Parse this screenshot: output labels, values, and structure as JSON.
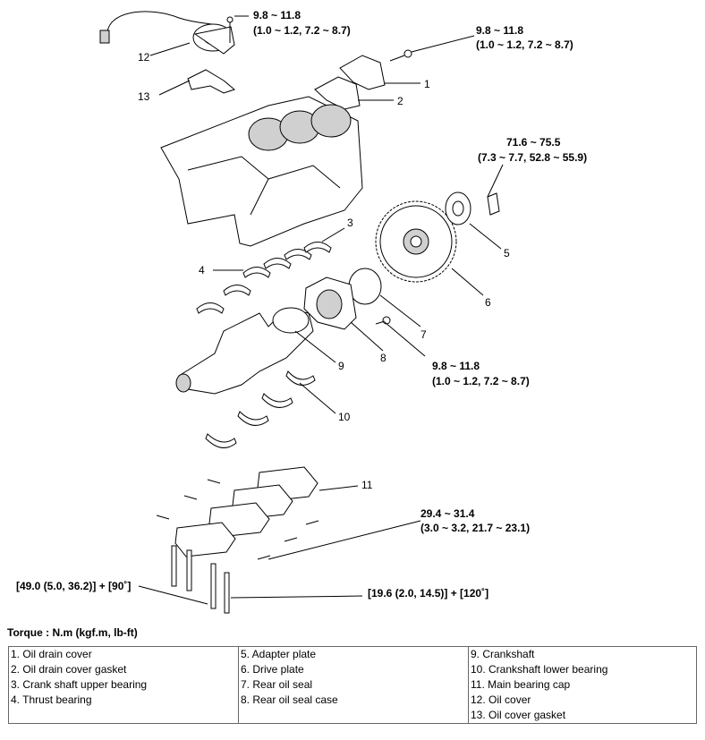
{
  "torque": {
    "oil_cover_bolt": {
      "nm": "9.8 ~ 11.8",
      "other": "(1.0 ~ 1.2, 7.2 ~ 8.7)"
    },
    "drain_cover_bolt": {
      "nm": "9.8 ~ 11.8",
      "other": "(1.0 ~ 1.2, 7.2 ~ 8.7)"
    },
    "drive_plate_bolt": {
      "nm": "71.6 ~ 75.5",
      "other": "(7.3 ~ 7.7, 52.8 ~ 55.9)"
    },
    "seal_case_bolt": {
      "nm": "9.8 ~ 11.8",
      "other": "(1.0 ~ 1.2, 7.2 ~ 8.7)"
    },
    "cap_side_bolt": {
      "nm": "29.4 ~ 31.4",
      "other": "(3.0 ~ 3.2, 21.7 ~ 23.1)"
    },
    "cap_bolt_left": "[49.0 (5.0, 36.2)] + [90˚]",
    "cap_bolt_right": "[19.6 (2.0, 14.5)] + [120˚]"
  },
  "part_numbers": [
    "1",
    "2",
    "3",
    "4",
    "5",
    "6",
    "7",
    "8",
    "9",
    "10",
    "11",
    "12",
    "13"
  ],
  "torque_heading": "Torque : N.m (kgf.m, lb-ft)",
  "legend": {
    "col1": [
      "1. Oil drain cover",
      "2. Oil drain cover gasket",
      "3. Crank shaft upper bearing",
      "4. Thrust bearing",
      ""
    ],
    "col2": [
      "5. Adapter plate",
      "6. Drive plate",
      "7. Rear oil seal",
      "8. Rear oil seal case",
      ""
    ],
    "col3": [
      "9. Crankshaft",
      "10. Crankshaft lower bearing",
      "11. Main bearing cap",
      "12. Oil cover",
      "13. Oil cover gasket"
    ]
  }
}
